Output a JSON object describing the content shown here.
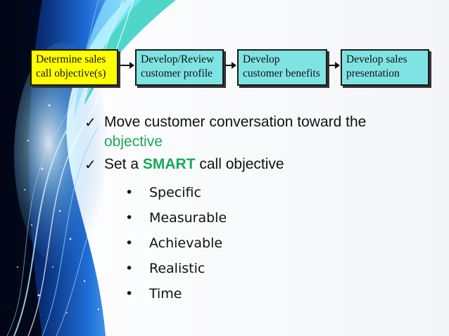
{
  "flow": {
    "steps": [
      {
        "line1": "Determine sales",
        "line2": "call objective(s)"
      },
      {
        "line1": "Develop/Review",
        "line2": "customer profile"
      },
      {
        "line1": "Develop",
        "line2": "customer benefits"
      },
      {
        "line1": "Develop sales",
        "line2": "presentation"
      }
    ]
  },
  "colors": {
    "highlight_step": "#ffff00",
    "step": "#7fe3e3",
    "accent_green": "#1aa85a"
  },
  "bullets": {
    "first": {
      "text": "Move customer conversation toward the",
      "continuation": "objective"
    },
    "second": {
      "prefix": "Set a ",
      "emphasis": "SMART",
      "suffix": " call objective"
    },
    "smart_items": [
      "Specific",
      "Measurable",
      "Achievable",
      "Realistic",
      "Time"
    ]
  },
  "icons": {
    "check": "check-mark-icon",
    "bullet": "bullet-dot"
  }
}
